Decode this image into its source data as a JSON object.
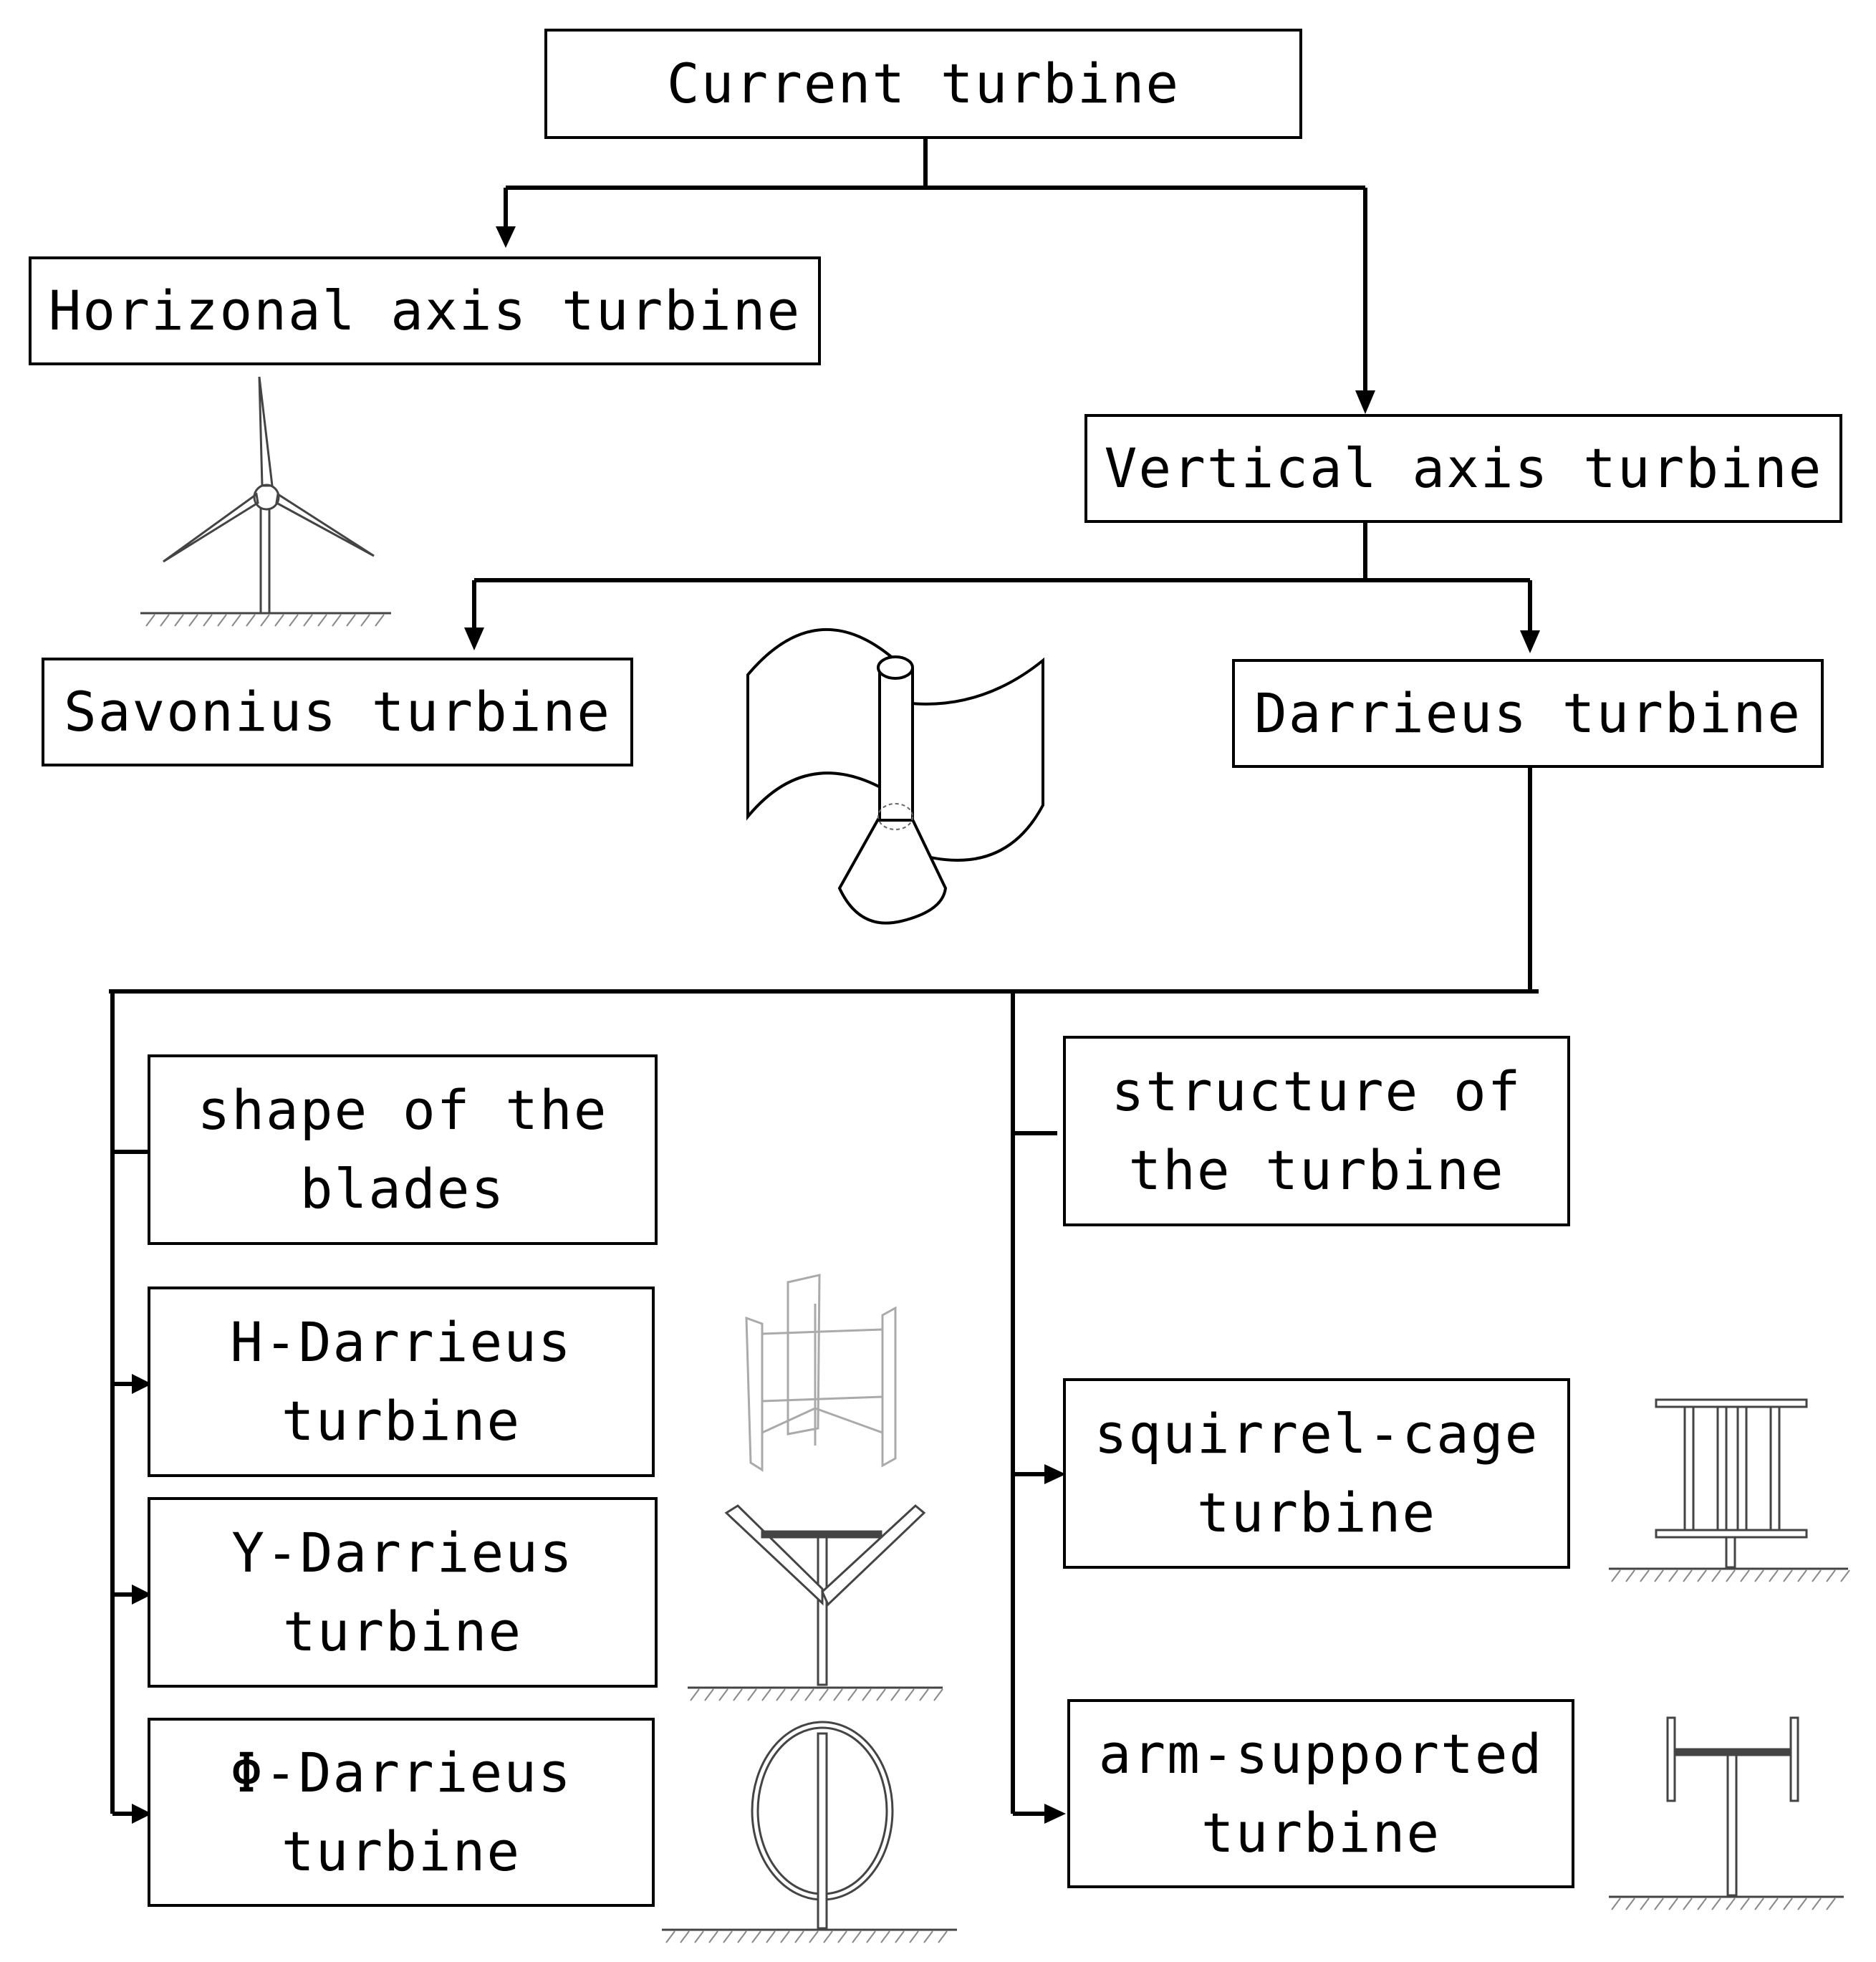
{
  "diagram": {
    "root": "Current turbine",
    "horizontal": "Horizonal axis turbine",
    "vertical": "Vertical axis turbine",
    "savonius": "Savonius turbine",
    "darrieus": "Darrieus turbine",
    "blade_shape": "shape of the\nblades",
    "h_darrieus": "H-Darrieus\nturbine",
    "y_darrieus": "Y-Darrieus\nturbine",
    "phi_darrieus": "Φ-Darrieus\nturbine",
    "structure": "structure of\nthe turbine",
    "squirrel_cage": "squirrel-cage\nturbine",
    "arm_supported": "arm-supported\nturbine"
  },
  "icons": [
    "horizontal-axis-windmill-icon",
    "savonius-rotor-icon",
    "h-darrieus-rotor-icon",
    "y-darrieus-rotor-icon",
    "phi-darrieus-rotor-icon",
    "squirrel-cage-rotor-icon",
    "arm-supported-rotor-icon"
  ]
}
